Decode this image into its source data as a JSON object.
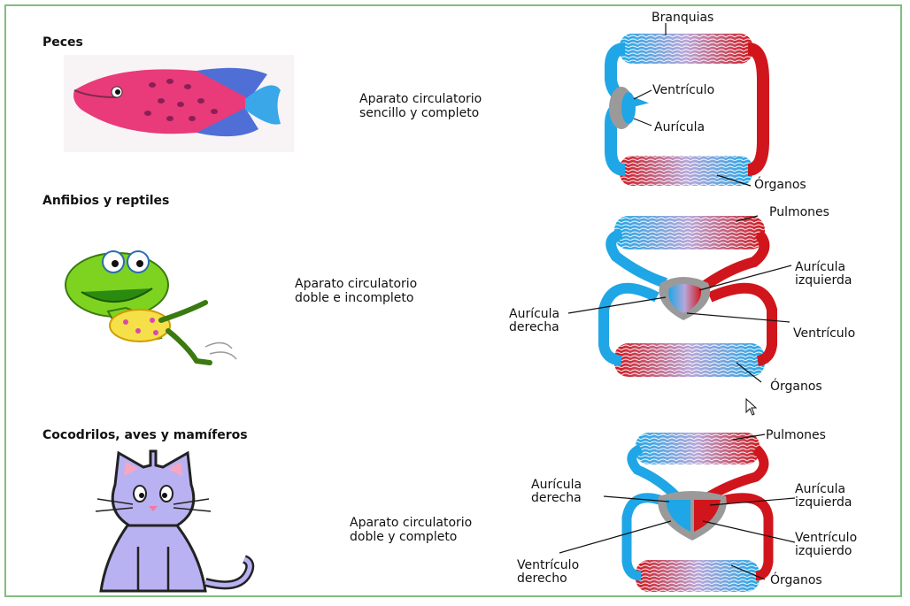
{
  "colors": {
    "deoxygenated": "#1fa6e6",
    "oxygenated": "#d0161c",
    "heart_gray": "#9a9a9a",
    "frame": "#7fbf7f"
  },
  "sections": [
    {
      "title": "Peces",
      "description": [
        "Aparato circulatorio",
        "sencillo y completo"
      ],
      "labels": {
        "branquias": "Branquias",
        "ventriculo": "Ventrículo",
        "auricula": "Aurícula",
        "organos": "Órganos"
      }
    },
    {
      "title": "Anfibios y reptiles",
      "description": [
        "Aparato circulatorio",
        "doble e incompleto"
      ],
      "labels": {
        "pulmones": "Pulmones",
        "auricula_izq": [
          "Aurícula",
          "izquierda"
        ],
        "auricula_der": [
          "Aurícula",
          "derecha"
        ],
        "ventriculo": "Ventrículo",
        "organos": "Órganos"
      }
    },
    {
      "title": "Cocodrilos, aves y mamíferos",
      "description": [
        "Aparato circulatorio",
        "doble y completo"
      ],
      "labels": {
        "pulmones": "Pulmones",
        "auricula_der": [
          "Aurícula",
          "derecha"
        ],
        "auricula_izq": [
          "Aurícula",
          "izquierda"
        ],
        "ventriculo_izq": [
          "Ventrículo",
          "izquierdo"
        ],
        "ventriculo_der": [
          "Ventrículo",
          "derecho"
        ],
        "organos": "Órganos"
      }
    }
  ]
}
